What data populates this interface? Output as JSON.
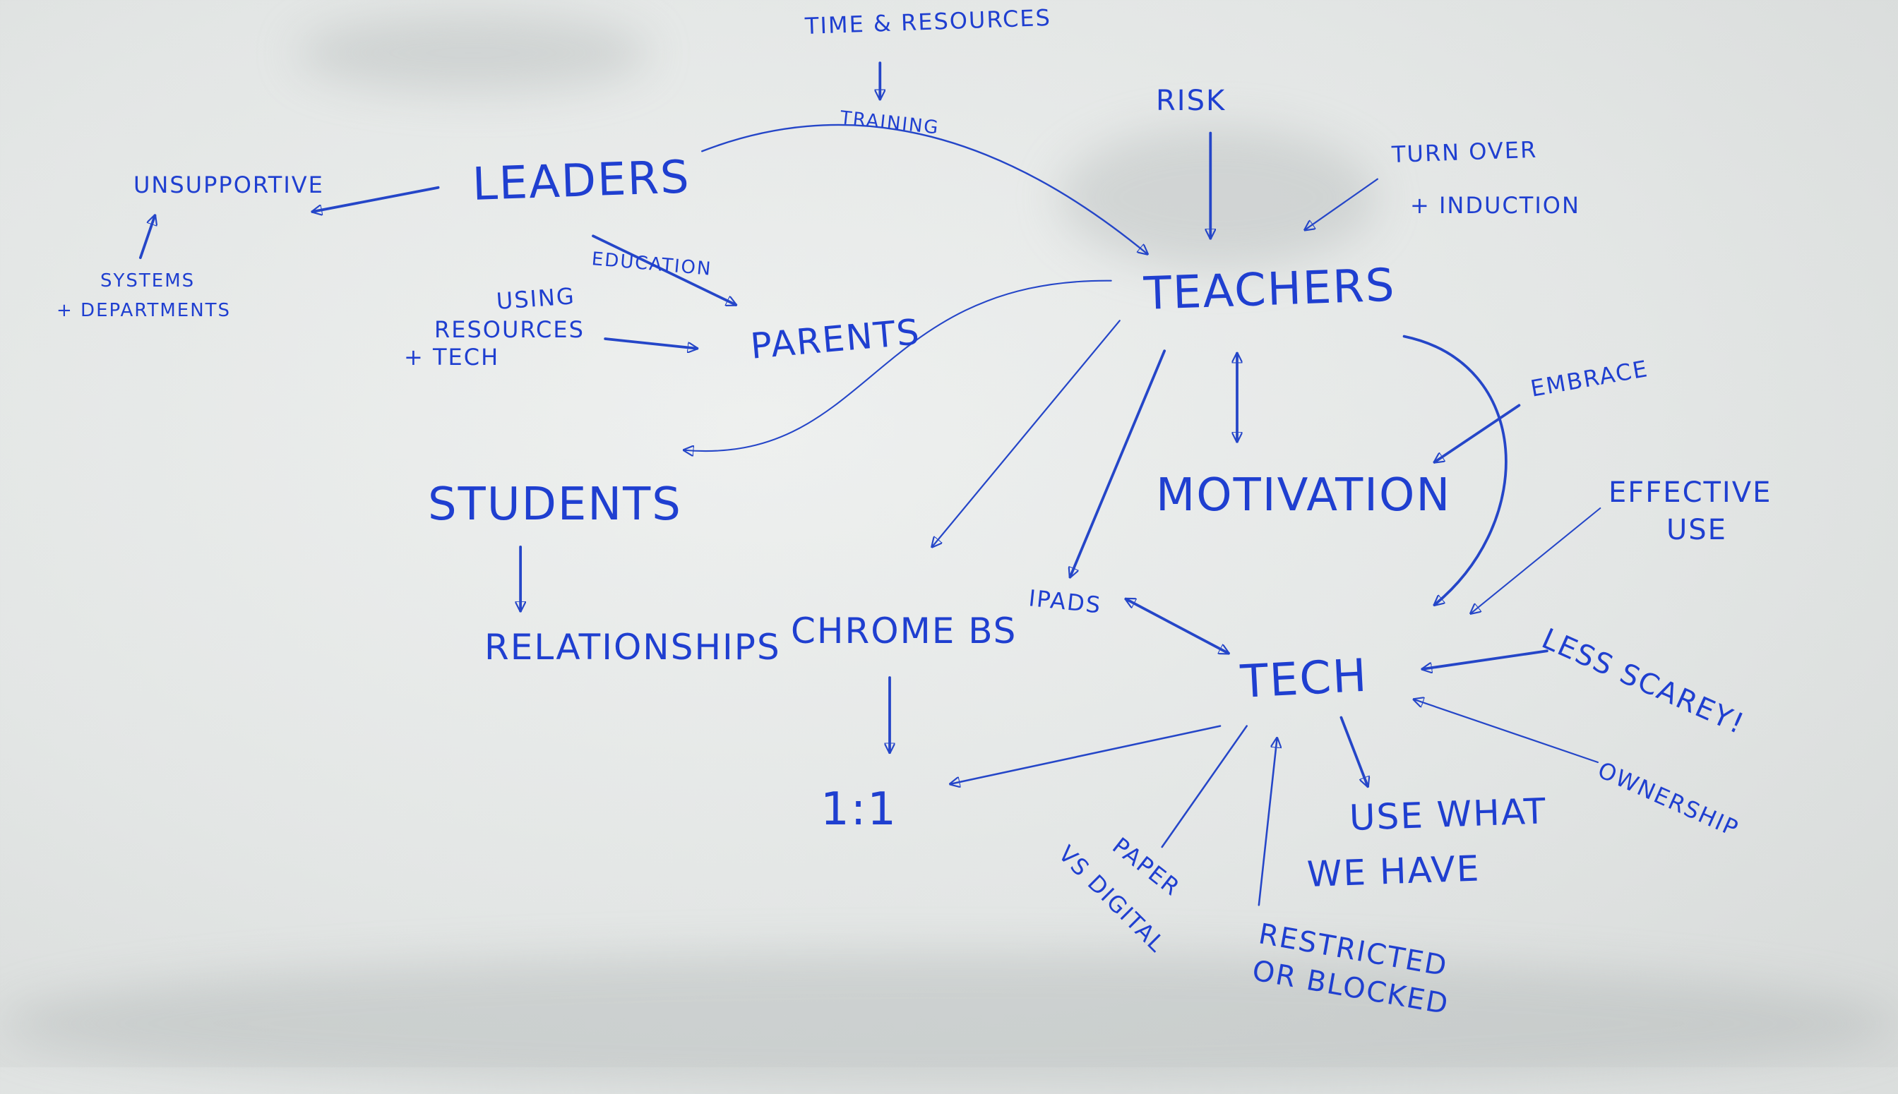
{
  "board": {
    "background": "#e6e9e8",
    "ink": "#1f3fd0",
    "labels": {
      "time_resources": "TIME & RESOURCES",
      "training": "TRAINING",
      "risk": "RISK",
      "turn_over": "TURN OVER",
      "induction": "+ INDUCTION",
      "unsupportive": "UNSUPPORTIVE",
      "leaders": "LEADERS",
      "systems": "SYSTEMS",
      "departments": "+ DEPARTMENTS",
      "education": "EDUCATION",
      "using": "USING",
      "resources": "RESOURCES",
      "plus_tech": "+ TECH",
      "parents": "PARENTS",
      "teachers": "TEACHERS",
      "embrace": "EMBRACE",
      "motivation": "MOTIVATION",
      "students": "STUDENTS",
      "effective": "EFFECTIVE",
      "use": "USE",
      "relationships": "RELATIONSHIPS",
      "chrome_bs": "CHROME BS",
      "ipads": "IPADS",
      "tech": "TECH",
      "less_scarey": "LESS SCAREY!",
      "ownership": "OWNERSHIP",
      "one_to_one": "1:1",
      "use_what": "USE WHAT",
      "we_have": "WE HAVE",
      "paper": "PAPER",
      "vs_digital": "VS DIGITAL",
      "restricted": "RESTRICTED",
      "or_blocked": "OR BLOCKED"
    }
  }
}
